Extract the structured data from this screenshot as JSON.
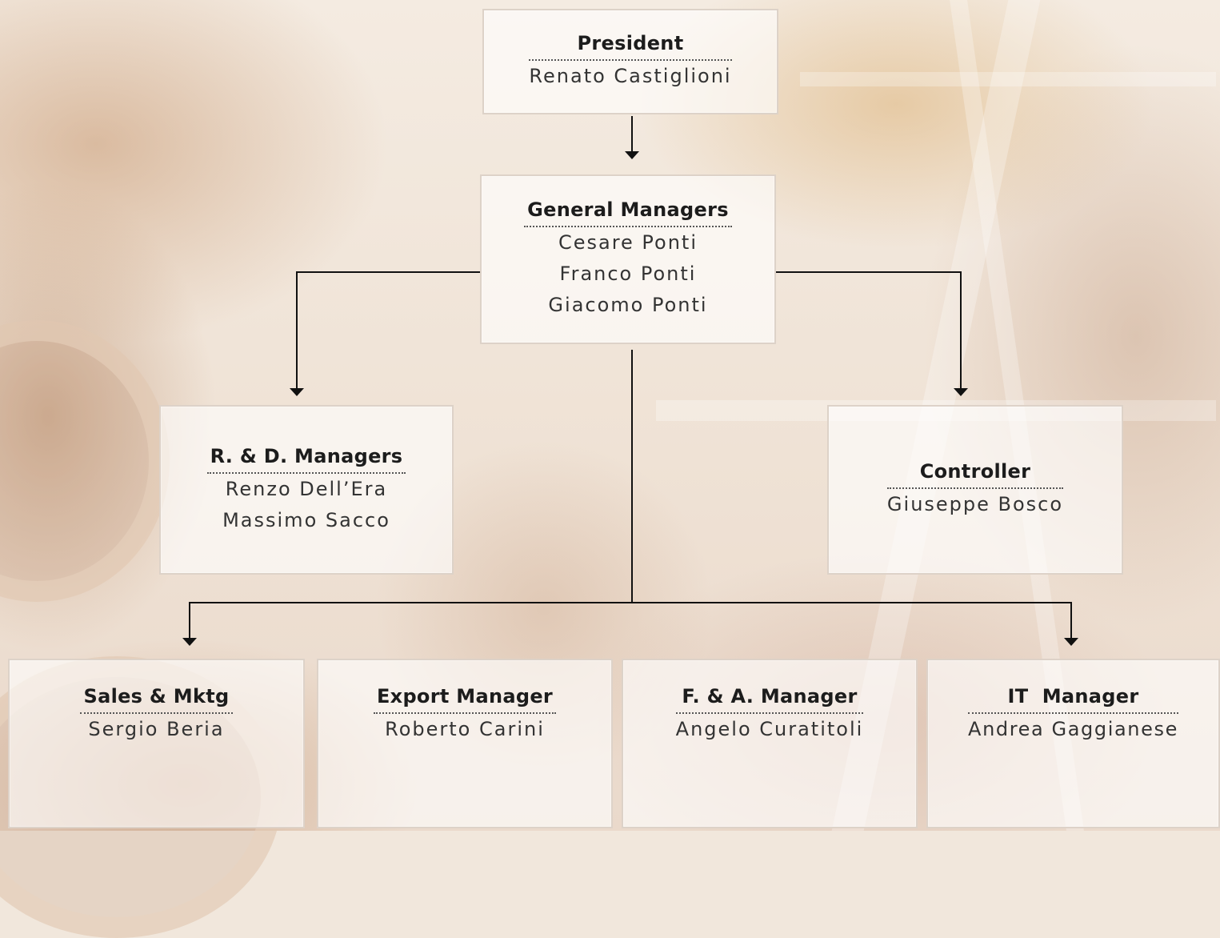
{
  "chart": {
    "president": {
      "role": "President",
      "people": [
        "Renato Castiglioni"
      ]
    },
    "general_managers": {
      "role": "General Managers",
      "people": [
        "Cesare Ponti",
        "Franco Ponti",
        "Giacomo Ponti"
      ]
    },
    "rd_managers": {
      "role": "R. & D. Managers",
      "people": [
        "Renzo Dell’Era",
        "Massimo Sacco"
      ]
    },
    "controller": {
      "role": "Controller",
      "people": [
        "Giuseppe Bosco"
      ]
    },
    "sales": {
      "role": "Sales & Mktg",
      "people": [
        "Sergio Beria"
      ]
    },
    "export": {
      "role": "Export Manager",
      "people": [
        "Roberto Carini"
      ]
    },
    "finance": {
      "role": "F. & A. Manager",
      "people": [
        "Angelo Curatitoli"
      ]
    },
    "it": {
      "role": "IT  Manager",
      "people": [
        "Andrea Gaggianese"
      ]
    }
  },
  "colors": {
    "line": "#111111",
    "box_border": "#ddd2c8",
    "role_text": "#1c1c1c",
    "name_text": "#333333"
  }
}
